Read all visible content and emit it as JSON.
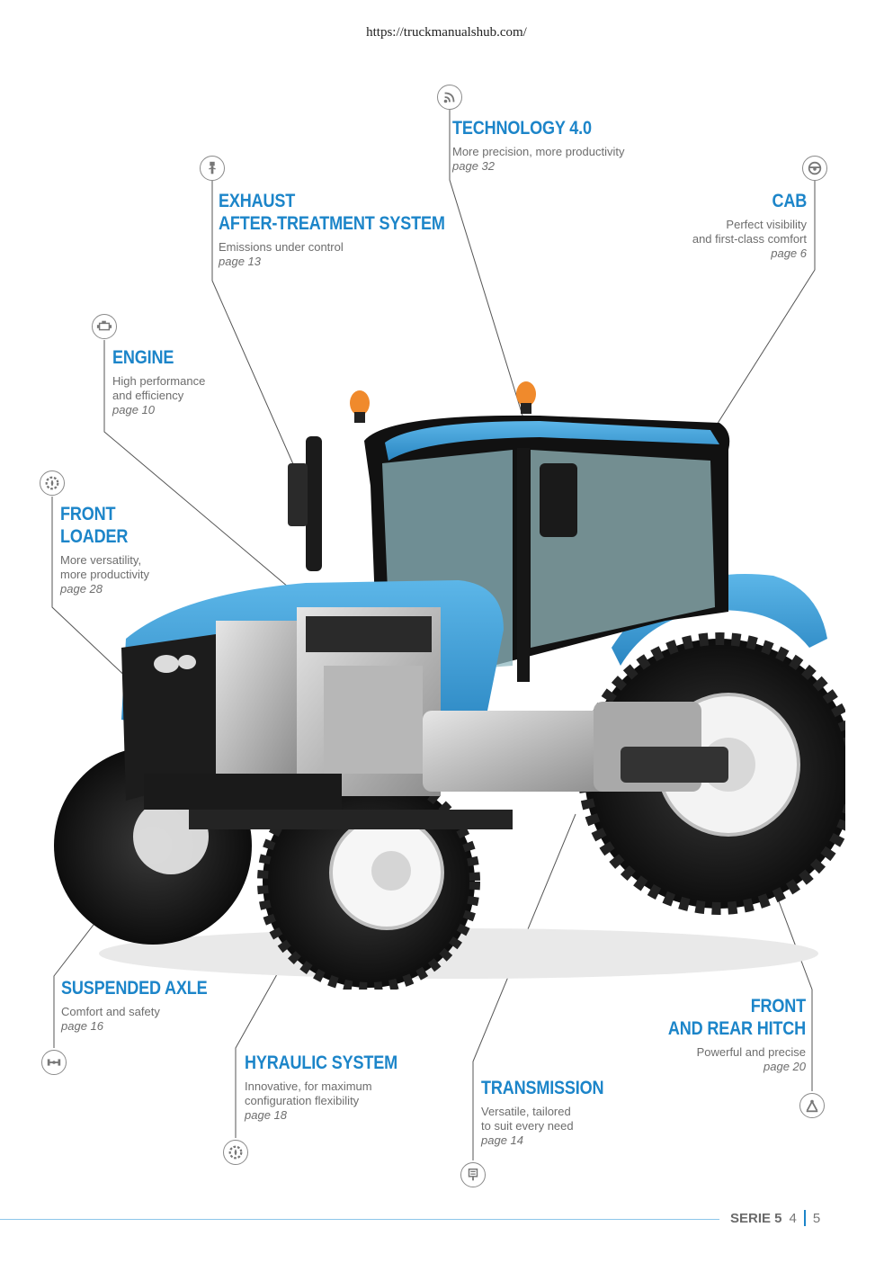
{
  "header": {
    "url": "https://truckmanualshub.com/"
  },
  "callouts": {
    "technology": {
      "title": "TECHNOLOGY 4.0",
      "desc": "More precision, more productivity",
      "page": "page 32",
      "icon": "wifi-signal-icon"
    },
    "exhaust": {
      "title1": "EXHAUST",
      "title2": "AFTER-TREATMENT SYSTEM",
      "desc": "Emissions under control",
      "page": "page 13",
      "icon": "exhaust-pipe-icon"
    },
    "cab": {
      "title": "CAB",
      "desc1": "Perfect visibility",
      "desc2": "and first-class comfort",
      "page": "page 6",
      "icon": "steering-wheel-icon"
    },
    "engine": {
      "title": "ENGINE",
      "desc1": "High performance",
      "desc2": "and efficiency",
      "page": "page 10",
      "icon": "engine-icon"
    },
    "front_loader": {
      "title1": "FRONT",
      "title2": "LOADER",
      "desc1": "More versatility,",
      "desc2": "more productivity",
      "page": "page 28",
      "icon": "gear-drop-icon"
    },
    "suspended_axle": {
      "title": "SUSPENDED AXLE",
      "desc": "Comfort and safety",
      "page": "page 16",
      "icon": "axle-icon"
    },
    "hydraulic": {
      "title": "HYRAULIC SYSTEM",
      "desc1": "Innovative, for maximum",
      "desc2": "configuration flexibility",
      "page": "page 18",
      "icon": "gear-drop-icon"
    },
    "transmission": {
      "title": "TRANSMISSION",
      "desc1": "Versatile, tailored",
      "desc2": "to suit every need",
      "page": "page 14",
      "icon": "gearbox-icon"
    },
    "hitch": {
      "title1": "FRONT",
      "title2": "AND REAR HITCH",
      "desc": "Powerful and precise",
      "page": "page  20",
      "icon": "hitch-arm-icon"
    }
  },
  "footer": {
    "serie": "SERIE 5",
    "page_left": "4",
    "page_right": "5"
  },
  "colors": {
    "accent": "#1c85c9",
    "tractor_blue": "#3a9fd8",
    "line": "#555555"
  }
}
